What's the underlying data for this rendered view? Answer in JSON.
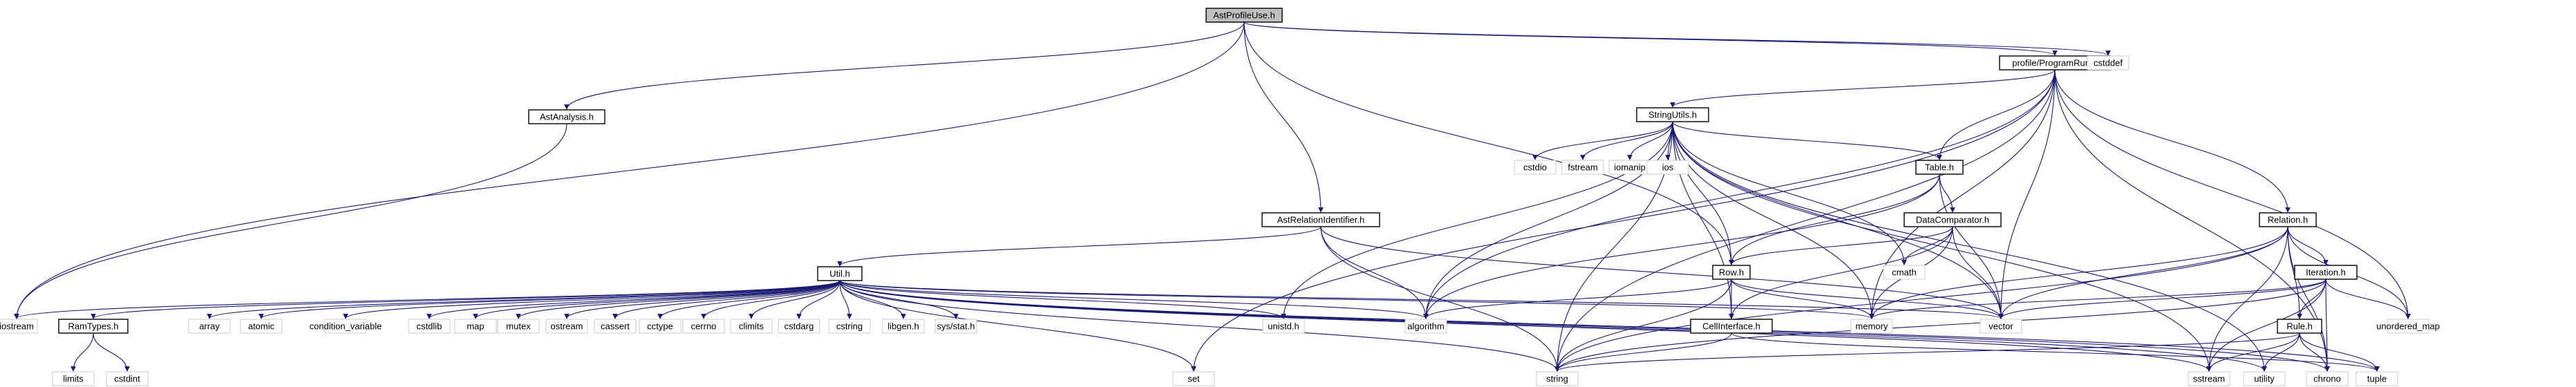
{
  "graph": {
    "kind": "include-dependency-graph",
    "nodes": [
      {
        "id": "astprofileuse",
        "label": "AstProfileUse.h",
        "boxed": true,
        "root": true
      },
      {
        "id": "programrun",
        "label": "profile/ProgramRun.h",
        "boxed": true
      },
      {
        "id": "cstddef",
        "label": "cstddef",
        "boxed": false
      },
      {
        "id": "astanalysis",
        "label": "AstAnalysis.h",
        "boxed": true
      },
      {
        "id": "stringutils",
        "label": "StringUtils.h",
        "boxed": true
      },
      {
        "id": "cstdio",
        "label": "cstdio",
        "boxed": false
      },
      {
        "id": "fstream",
        "label": "fstream",
        "boxed": false
      },
      {
        "id": "iomanip",
        "label": "iomanip",
        "boxed": false
      },
      {
        "id": "ios",
        "label": "ios",
        "boxed": false
      },
      {
        "id": "table",
        "label": "Table.h",
        "boxed": true
      },
      {
        "id": "datacomparator",
        "label": "DataComparator.h",
        "boxed": true
      },
      {
        "id": "cmath",
        "label": "cmath",
        "boxed": false
      },
      {
        "id": "astrelationidentifier",
        "label": "AstRelationIdentifier.h",
        "boxed": true
      },
      {
        "id": "relation",
        "label": "Relation.h",
        "boxed": true
      },
      {
        "id": "iteration",
        "label": "Iteration.h",
        "boxed": true
      },
      {
        "id": "util",
        "label": "Util.h",
        "boxed": true
      },
      {
        "id": "row",
        "label": "Row.h",
        "boxed": true
      },
      {
        "id": "iostream",
        "label": "iostream",
        "boxed": false
      },
      {
        "id": "ramtypes",
        "label": "RamTypes.h",
        "boxed": true
      },
      {
        "id": "array",
        "label": "array",
        "boxed": false
      },
      {
        "id": "atomic",
        "label": "atomic",
        "boxed": false
      },
      {
        "id": "condition_variable",
        "label": "condition_variable",
        "boxed": false
      },
      {
        "id": "cstdlib",
        "label": "cstdlib",
        "boxed": false
      },
      {
        "id": "map",
        "label": "map",
        "boxed": false
      },
      {
        "id": "mutex",
        "label": "mutex",
        "boxed": false
      },
      {
        "id": "ostream",
        "label": "ostream",
        "boxed": false
      },
      {
        "id": "cassert",
        "label": "cassert",
        "boxed": false
      },
      {
        "id": "cctype",
        "label": "cctype",
        "boxed": false
      },
      {
        "id": "cerrno",
        "label": "cerrno",
        "boxed": false
      },
      {
        "id": "climits",
        "label": "climits",
        "boxed": false
      },
      {
        "id": "cstdarg",
        "label": "cstdarg",
        "boxed": false
      },
      {
        "id": "cstring",
        "label": "cstring",
        "boxed": false
      },
      {
        "id": "libgen",
        "label": "libgen.h",
        "boxed": false
      },
      {
        "id": "sysstat",
        "label": "sys/stat.h",
        "boxed": false
      },
      {
        "id": "unistd",
        "label": "unistd.h",
        "boxed": false
      },
      {
        "id": "algorithm",
        "label": "algorithm",
        "boxed": false
      },
      {
        "id": "memory",
        "label": "memory",
        "boxed": false
      },
      {
        "id": "vector",
        "label": "vector",
        "boxed": false
      },
      {
        "id": "cellinterface",
        "label": "CellInterface.h",
        "boxed": true
      },
      {
        "id": "rule",
        "label": "Rule.h",
        "boxed": true
      },
      {
        "id": "unordered_map",
        "label": "unordered_map",
        "boxed": false
      },
      {
        "id": "limits",
        "label": "limits",
        "boxed": false
      },
      {
        "id": "cstdint",
        "label": "cstdint",
        "boxed": false
      },
      {
        "id": "set",
        "label": "set",
        "boxed": false
      },
      {
        "id": "string",
        "label": "string",
        "boxed": false
      },
      {
        "id": "sstream",
        "label": "sstream",
        "boxed": false
      },
      {
        "id": "utility",
        "label": "utility",
        "boxed": false
      },
      {
        "id": "chrono",
        "label": "chrono",
        "boxed": false
      },
      {
        "id": "tuple",
        "label": "tuple",
        "boxed": false
      }
    ],
    "edges": [
      [
        "astprofileuse",
        "programrun"
      ],
      [
        "astprofileuse",
        "cstddef"
      ],
      [
        "astprofileuse",
        "astanalysis"
      ],
      [
        "astprofileuse",
        "astrelationidentifier"
      ],
      [
        "astprofileuse",
        "iostream"
      ],
      [
        "astprofileuse",
        "row"
      ],
      [
        "programrun",
        "stringutils"
      ],
      [
        "programrun",
        "table"
      ],
      [
        "programrun",
        "relation"
      ],
      [
        "programrun",
        "set"
      ],
      [
        "programrun",
        "string"
      ],
      [
        "programrun",
        "memory"
      ],
      [
        "programrun",
        "vector"
      ],
      [
        "programrun",
        "unordered_map"
      ],
      [
        "programrun",
        "chrono"
      ],
      [
        "programrun",
        "algorithm"
      ],
      [
        "astanalysis",
        "iostream"
      ],
      [
        "stringutils",
        "cstdio"
      ],
      [
        "stringutils",
        "fstream"
      ],
      [
        "stringutils",
        "iomanip"
      ],
      [
        "stringutils",
        "ios"
      ],
      [
        "stringutils",
        "table"
      ],
      [
        "stringutils",
        "cmath"
      ],
      [
        "stringutils",
        "algorithm"
      ],
      [
        "stringutils",
        "string"
      ],
      [
        "stringutils",
        "memory"
      ],
      [
        "stringutils",
        "vector"
      ],
      [
        "stringutils",
        "sstream"
      ],
      [
        "stringutils",
        "unistd"
      ],
      [
        "stringutils",
        "cellinterface"
      ],
      [
        "stringutils",
        "utility"
      ],
      [
        "stringutils",
        "row"
      ],
      [
        "table",
        "datacomparator"
      ],
      [
        "table",
        "row"
      ],
      [
        "table",
        "vector"
      ],
      [
        "table",
        "algorithm"
      ],
      [
        "datacomparator",
        "cmath"
      ],
      [
        "datacomparator",
        "memory"
      ],
      [
        "datacomparator",
        "vector"
      ],
      [
        "datacomparator",
        "cellinterface"
      ],
      [
        "datacomparator",
        "row"
      ],
      [
        "astrelationidentifier",
        "util"
      ],
      [
        "astrelationidentifier",
        "algorithm"
      ],
      [
        "astrelationidentifier",
        "string"
      ],
      [
        "astrelationidentifier",
        "vector"
      ],
      [
        "relation",
        "iteration"
      ],
      [
        "relation",
        "rule"
      ],
      [
        "relation",
        "vector"
      ],
      [
        "relation",
        "unordered_map"
      ],
      [
        "relation",
        "string"
      ],
      [
        "relation",
        "sstream"
      ],
      [
        "relation",
        "chrono"
      ],
      [
        "relation",
        "memory"
      ],
      [
        "iteration",
        "rule"
      ],
      [
        "iteration",
        "unordered_map"
      ],
      [
        "iteration",
        "vector"
      ],
      [
        "iteration",
        "string"
      ],
      [
        "iteration",
        "sstream"
      ],
      [
        "iteration",
        "chrono"
      ],
      [
        "iteration",
        "memory"
      ],
      [
        "util",
        "iostream"
      ],
      [
        "util",
        "ramtypes"
      ],
      [
        "util",
        "array"
      ],
      [
        "util",
        "atomic"
      ],
      [
        "util",
        "condition_variable"
      ],
      [
        "util",
        "cstdlib"
      ],
      [
        "util",
        "map"
      ],
      [
        "util",
        "mutex"
      ],
      [
        "util",
        "ostream"
      ],
      [
        "util",
        "cassert"
      ],
      [
        "util",
        "cctype"
      ],
      [
        "util",
        "cerrno"
      ],
      [
        "util",
        "climits"
      ],
      [
        "util",
        "cstdarg"
      ],
      [
        "util",
        "cstring"
      ],
      [
        "util",
        "libgen"
      ],
      [
        "util",
        "sysstat"
      ],
      [
        "util",
        "unistd"
      ],
      [
        "util",
        "algorithm"
      ],
      [
        "util",
        "memory"
      ],
      [
        "util",
        "vector"
      ],
      [
        "util",
        "set"
      ],
      [
        "util",
        "string"
      ],
      [
        "util",
        "sstream"
      ],
      [
        "util",
        "utility"
      ],
      [
        "util",
        "chrono"
      ],
      [
        "util",
        "tuple"
      ],
      [
        "row",
        "cellinterface"
      ],
      [
        "row",
        "memory"
      ],
      [
        "row",
        "vector"
      ],
      [
        "row",
        "string"
      ],
      [
        "row",
        "algorithm"
      ],
      [
        "ramtypes",
        "limits"
      ],
      [
        "ramtypes",
        "cstdint"
      ],
      [
        "cellinterface",
        "string"
      ],
      [
        "cellinterface",
        "tuple"
      ],
      [
        "rule",
        "string"
      ],
      [
        "rule",
        "sstream"
      ],
      [
        "rule",
        "utility"
      ],
      [
        "rule",
        "chrono"
      ],
      [
        "rule",
        "tuple"
      ]
    ],
    "colors": {
      "root_fill": "#bfbfbf",
      "box_stroke": "#000000",
      "edge": "#191970",
      "text": "#000000"
    }
  }
}
